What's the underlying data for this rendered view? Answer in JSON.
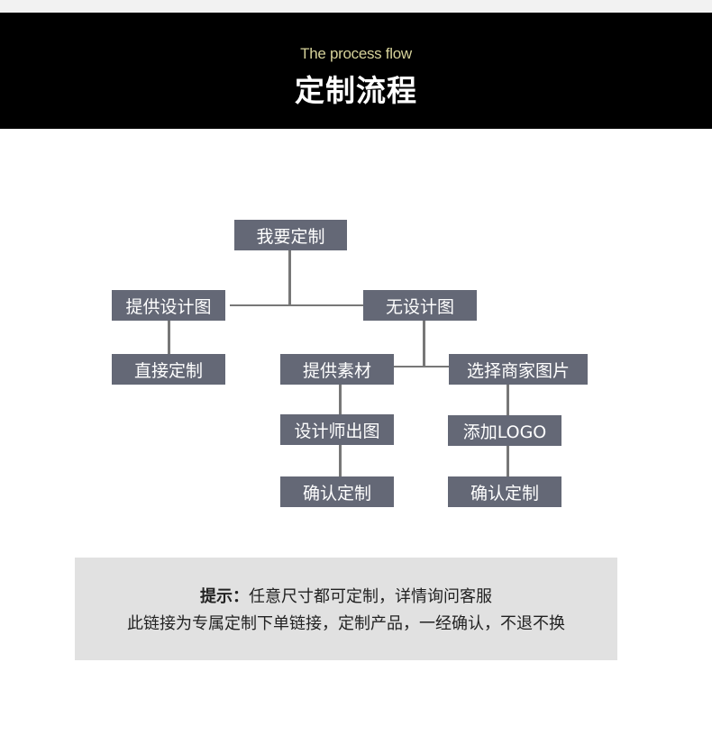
{
  "header": {
    "subtitle_en": "The process flow",
    "title": "定制流程"
  },
  "flow": {
    "root": "我要定制",
    "branch_left": {
      "label": "提供设计图",
      "steps": [
        "直接定制"
      ]
    },
    "branch_right": {
      "label": "无设计图",
      "sub_left": {
        "label": "提供素材",
        "steps": [
          "设计师出图",
          "确认定制"
        ]
      },
      "sub_right": {
        "label": "选择商家图片",
        "steps": [
          "添加LOGO",
          "确认定制"
        ]
      }
    }
  },
  "colors": {
    "header_bg": "#000000",
    "subtitle": "#d6d29a",
    "node_bg": "#646876",
    "connector": "#777777",
    "note_bg": "#e1e1e1"
  },
  "note": {
    "label": "提示：",
    "line1": "任意尺寸都可定制，详情询问客服",
    "line2": "此链接为专属定制下单链接，定制产品，一经确认，不退不换"
  }
}
